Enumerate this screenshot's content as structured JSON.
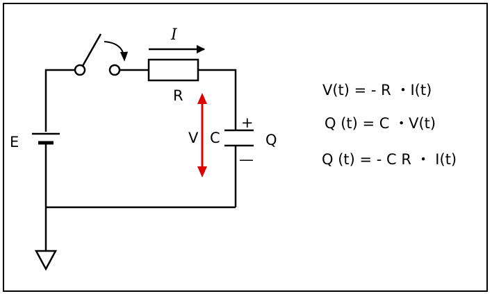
{
  "labels": {
    "current": "I",
    "resistor": "R",
    "battery": "E",
    "voltage": "V",
    "capacitor": "C",
    "charge": "Q",
    "plus": "+",
    "minus": "—"
  },
  "equations": [
    "V(t) = - R ・I(t)",
    "Q (t) = C ・V(t)",
    "Q (t) = - C R ・ I(t)"
  ],
  "colors": {
    "wire": "#000000",
    "voltage_arrow": "#dd0000"
  }
}
